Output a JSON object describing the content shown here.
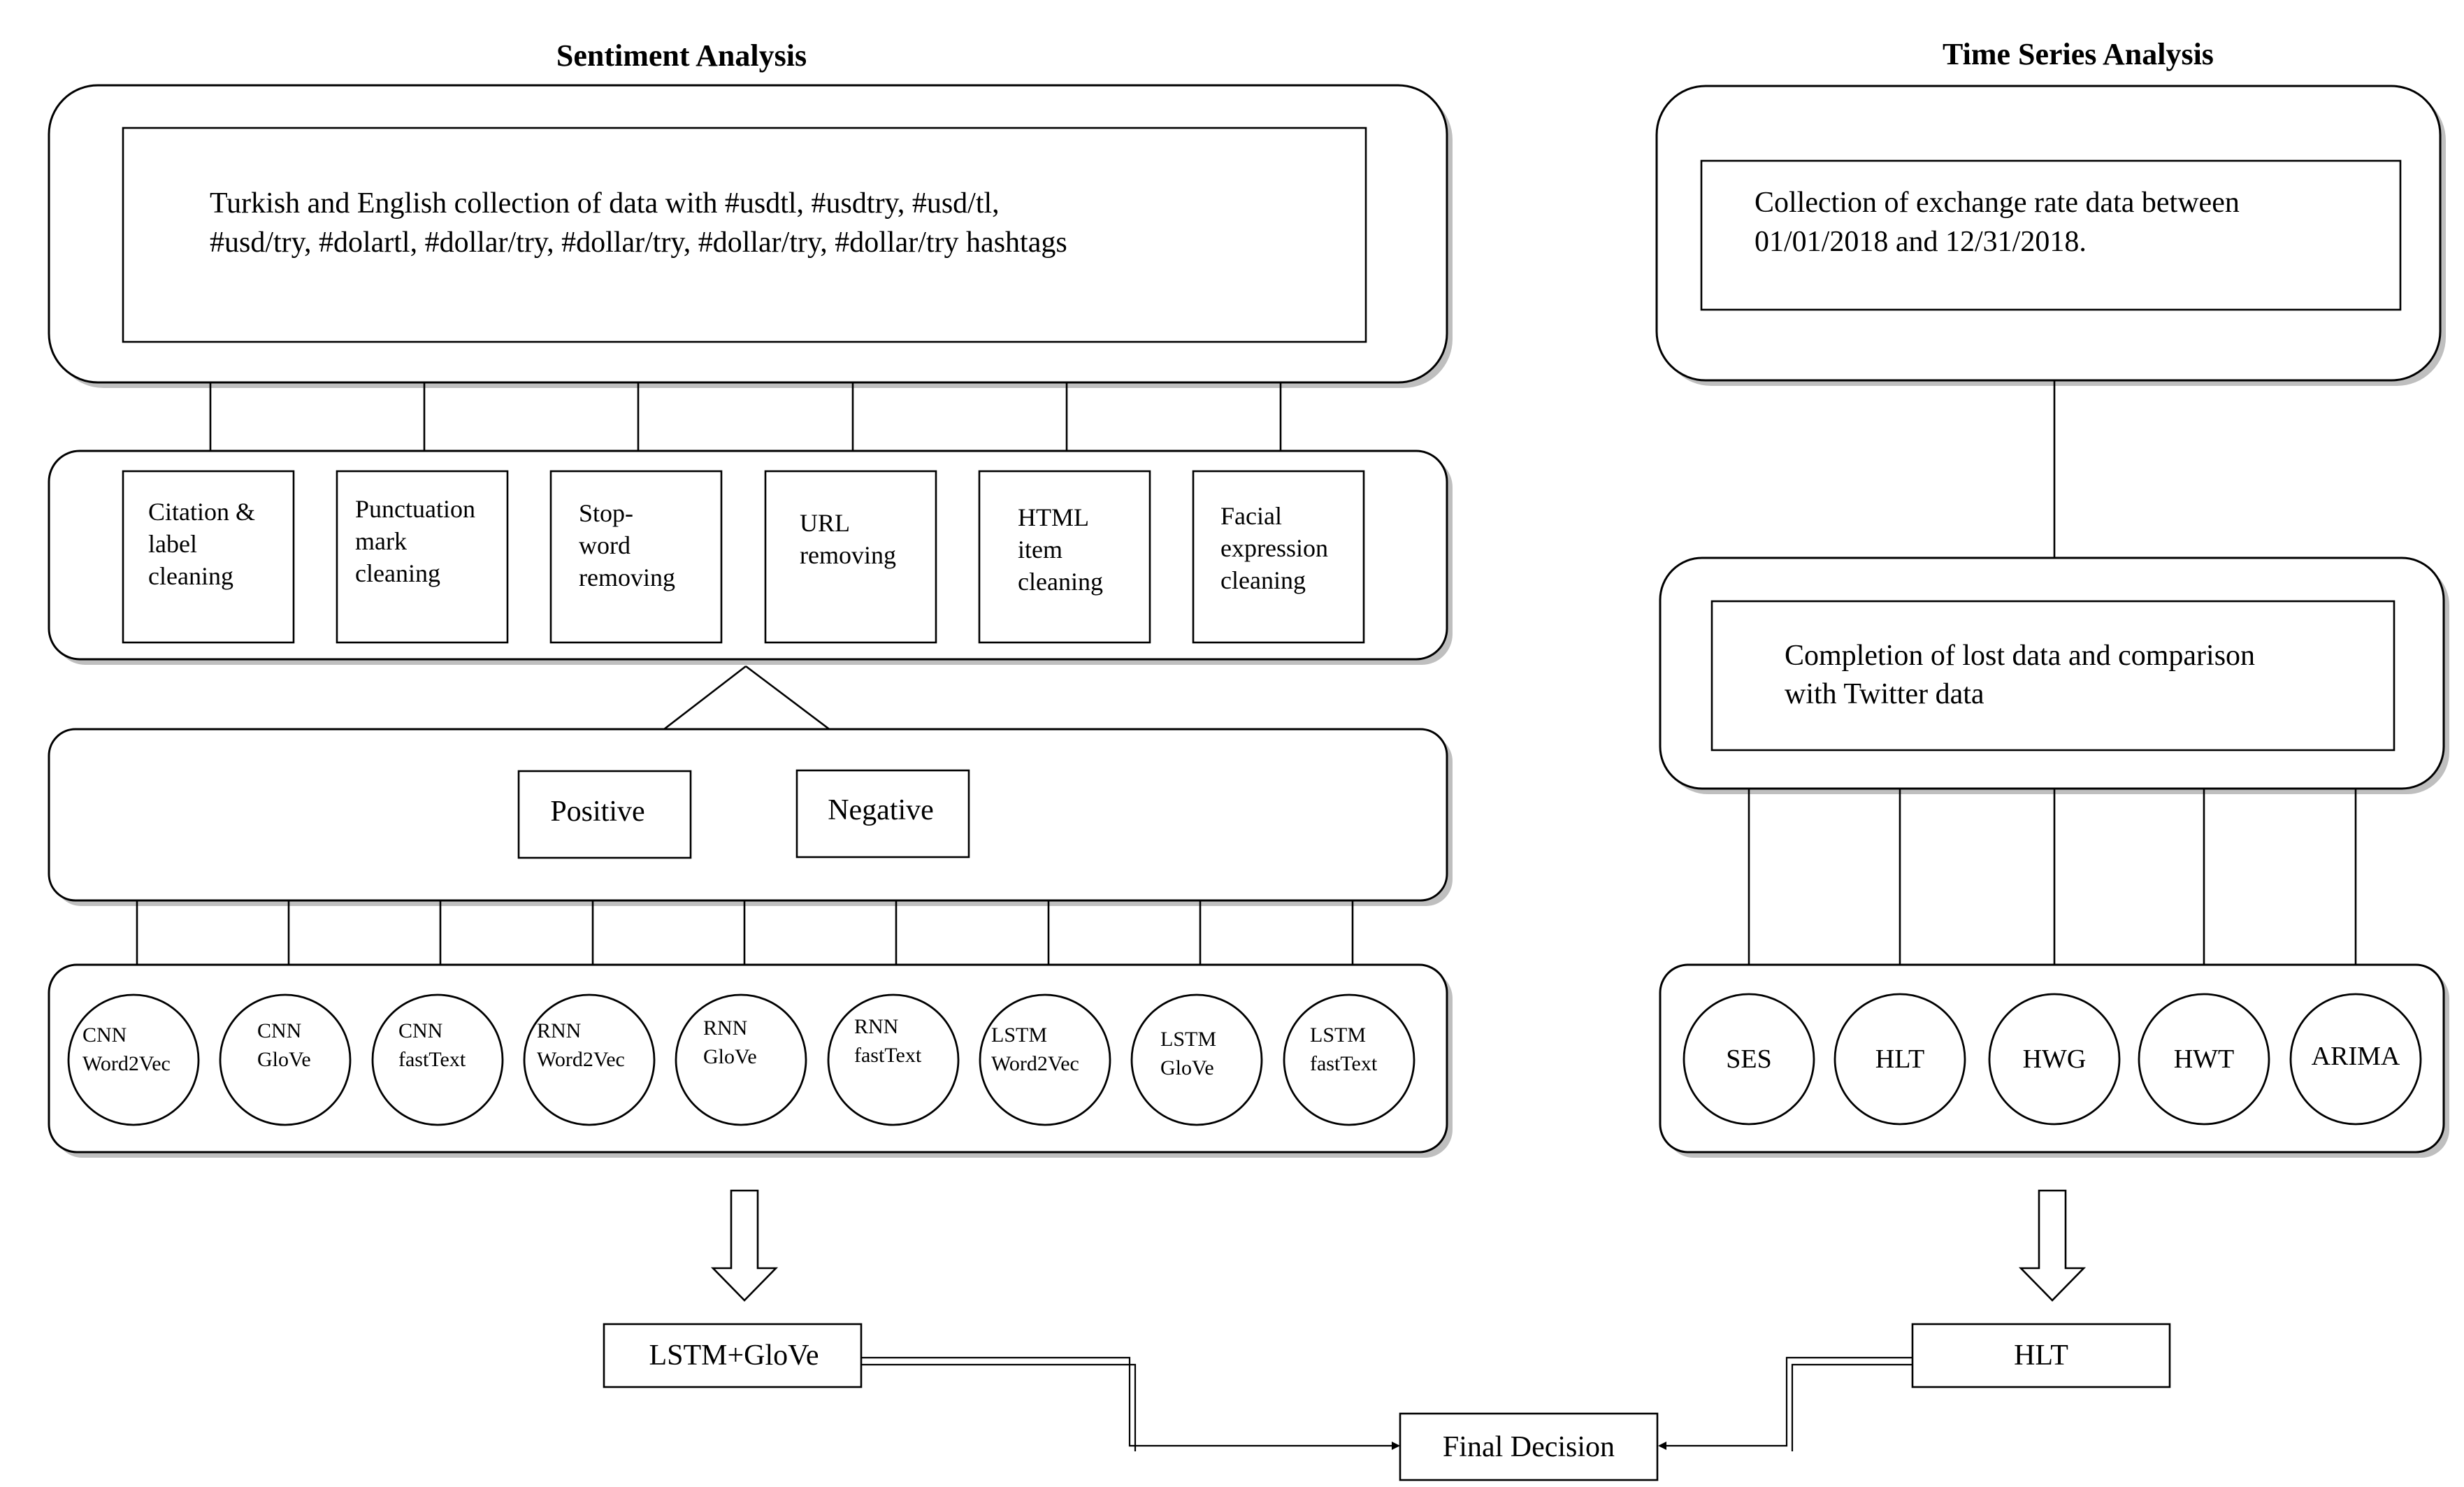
{
  "sentiment": {
    "title": "Sentiment Analysis",
    "collection_lines": [
      "Turkish and English collection of data with #usdtl, #usdtry, #usd/tl,",
      "#usd/try, #dolartl, #dollar/try, #dollar/try, #dollar/try, #dollar/try hashtags"
    ],
    "cleaning_steps": [
      [
        "Citation &",
        "label",
        "cleaning"
      ],
      [
        "Punctuation",
        "mark",
        "cleaning"
      ],
      [
        "Stop-",
        "word",
        "removing"
      ],
      [
        "URL",
        "removing"
      ],
      [
        "HTML",
        "item",
        "cleaning"
      ],
      [
        "Facial",
        "expression",
        "cleaning"
      ]
    ],
    "labels": [
      "Positive",
      "Negative"
    ],
    "models": [
      [
        "CNN",
        "Word2Vec"
      ],
      [
        "CNN",
        "GloVe"
      ],
      [
        "CNN",
        "fastText"
      ],
      [
        "RNN",
        "Word2Vec"
      ],
      [
        "RNN",
        "GloVe"
      ],
      [
        "RNN",
        "fastText"
      ],
      [
        "LSTM",
        "Word2Vec"
      ],
      [
        "LSTM",
        "GloVe"
      ],
      [
        "LSTM",
        "fastText"
      ]
    ],
    "best": "LSTM+GloVe"
  },
  "timeseries": {
    "title": "Time Series Analysis",
    "collection_lines": [
      "Collection of exchange rate data between",
      "01/01/2018 and 12/31/2018."
    ],
    "completion_lines": [
      "Completion of lost data and comparison",
      "with Twitter data"
    ],
    "models": [
      "SES",
      "HLT",
      "HWG",
      "HWT",
      "ARIMA"
    ],
    "best": "HLT"
  },
  "final": "Final Decision"
}
